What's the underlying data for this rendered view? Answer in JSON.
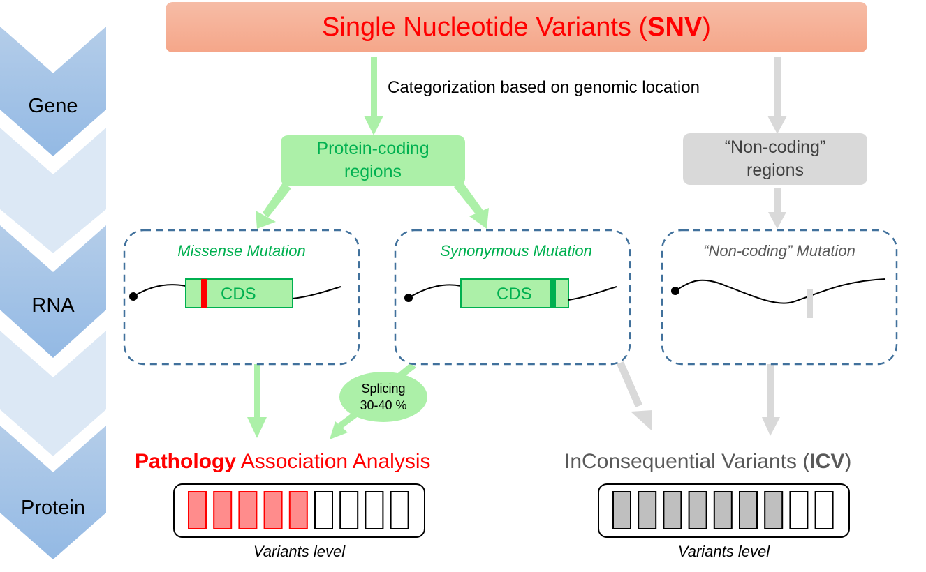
{
  "stages": [
    {
      "label": "Gene"
    },
    {
      "label": "RNA"
    },
    {
      "label": "Protein"
    }
  ],
  "header": {
    "title_prefix": "Single Nucleotide Variants (",
    "title_bold": "SNV",
    "title_suffix": ")"
  },
  "categorization_label": "Categorization based on genomic location",
  "protein_coding": {
    "line1": "Protein-coding",
    "line2": "regions"
  },
  "non_coding": {
    "line1": "“Non-coding”",
    "line2": "regions"
  },
  "mutations": [
    {
      "title": "Missense Mutation",
      "cds_label": "CDS",
      "marker_color": "#ff0000"
    },
    {
      "title": "Synonymous Mutation",
      "cds_label": "CDS",
      "marker_color": "#00b050"
    },
    {
      "title": "“Non-coding” Mutation",
      "marker_color": "#d9d9d9"
    }
  ],
  "splicing": {
    "line1": "Splicing",
    "line2": "30-40 %"
  },
  "pathology": {
    "title_bold": "Pathology",
    "title_rest": " Association Analysis",
    "filled_cells": 5,
    "total_cells": 9,
    "fill_color": "#ff8c8c",
    "stroke_color": "#ff0000",
    "caption": "Variants level"
  },
  "icv": {
    "title_prefix": "InConsequential Variants (",
    "title_bold": "ICV",
    "title_suffix": ")",
    "filled_cells": 7,
    "total_cells": 9,
    "fill_color": "#bfbfbf",
    "stroke_color": "#000000",
    "caption": "Variants level"
  },
  "colors": {
    "green_arrow": "#acf0a8",
    "gray_arrow": "#d9d9d9",
    "dashed_border": "#41719c",
    "chevron_dark": "#9dbde6",
    "chevron_light": "#dce8f5"
  }
}
